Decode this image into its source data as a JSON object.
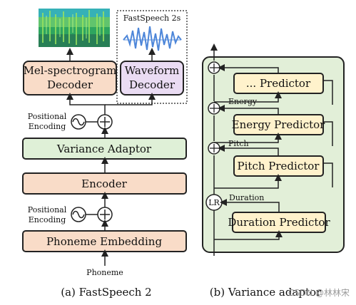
{
  "left_diagram": {
    "boxes": {
      "mel_decoder": [
        "Mel-spectrogram",
        "Decoder"
      ],
      "waveform_decoder": [
        "Waveform",
        "Decoder"
      ],
      "variance_adaptor": "Variance Adaptor",
      "encoder": "Encoder",
      "phoneme_embedding": "Phoneme Embedding"
    },
    "positional_encoding_top": [
      "Positional",
      "Encoding"
    ],
    "positional_encoding_bottom": [
      "Positional",
      "Encoding"
    ],
    "input_label": "Phoneme",
    "fastspeech2s_label": "FastSpeech 2s",
    "caption": "(a) FastSpeech 2"
  },
  "right_diagram": {
    "boxes": {
      "generic_predictor": "... Predictor",
      "energy_predictor": "Energy Predictor",
      "pitch_predictor": "Pitch Predictor",
      "duration_predictor": "Duration Predictor"
    },
    "labels": {
      "energy": "Energy",
      "pitch": "Pitch",
      "duration": "Duration",
      "lr": "LR"
    },
    "caption": "(b) Variance adaptor"
  },
  "watermark": "CSDN @林林宋",
  "colors": {
    "salmon_box": "#f9dcc8",
    "green_box": "#dff0d7",
    "lavender_box": "#eadcf3",
    "yellow_box": "#fff2cc",
    "panel_bg": "#e2efd8",
    "stroke": "#222222"
  },
  "icons": {
    "spectrogram": "mel-spectrogram-image",
    "waveform": "audio-waveform-image",
    "positional_encoding": "sine-wave-icon",
    "add": "circle-plus-icon"
  }
}
